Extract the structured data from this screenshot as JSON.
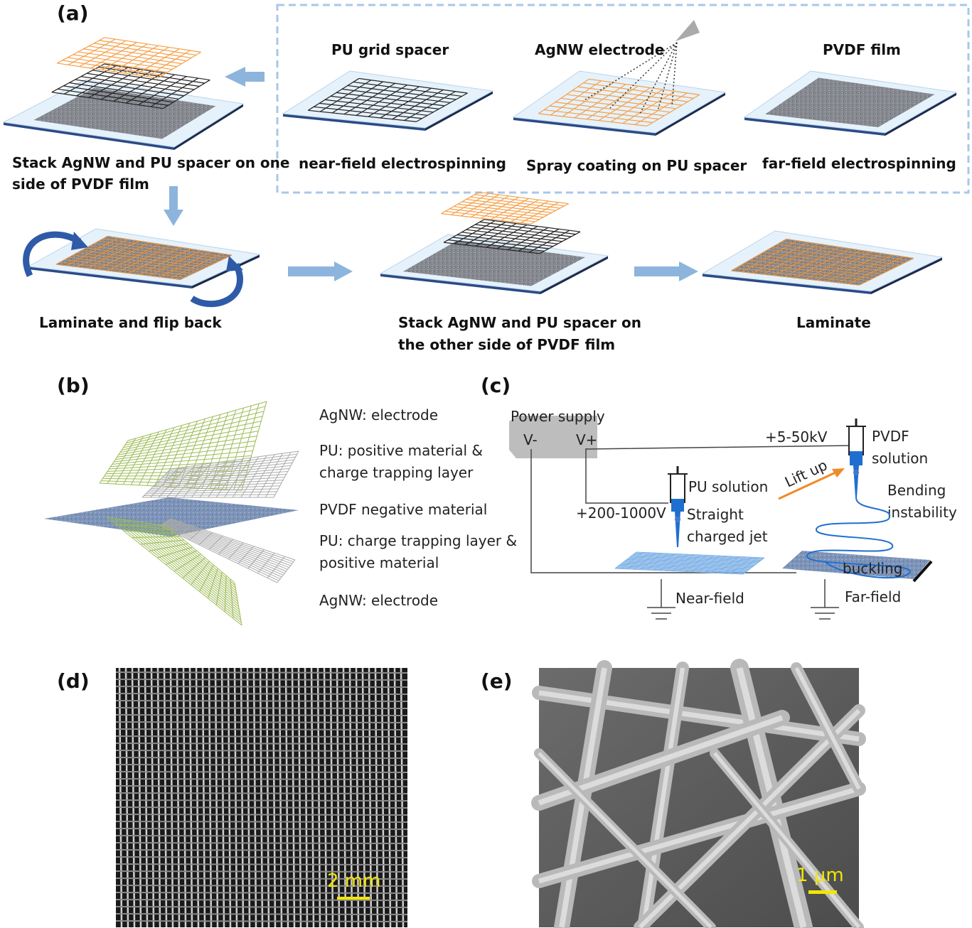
{
  "panels": {
    "a": "(a)",
    "b": "(b)",
    "c": "(c)",
    "d": "(d)",
    "e": "(e)"
  },
  "panel_a": {
    "inset_titles": [
      "PU grid spacer",
      "AgNW electrode",
      "PVDF film"
    ],
    "inset_methods": [
      "near-field electrospinning",
      "Spray coating on PU spacer",
      "far-field electrospinning"
    ],
    "step1": [
      "Stack AgNW and PU spacer on one",
      "side of PVDF film"
    ],
    "step2": "Laminate and flip back",
    "step3": [
      "Stack AgNW and PU spacer on",
      "the other side of PVDF film"
    ],
    "step4": "Laminate"
  },
  "panel_b": {
    "layers": [
      "AgNW: electrode",
      "PU: positive material &",
      "charge trapping layer",
      "PVDF negative material",
      "PU: charge trapping layer &",
      "positive material",
      "AgNW: electrode"
    ]
  },
  "panel_c": {
    "power_supply": "Power supply",
    "v_minus": "V-",
    "v_plus": "V+",
    "high_voltage": "+5-50kV",
    "low_voltage": "+200-1000V",
    "pvdf_solution": [
      "PVDF",
      "solution"
    ],
    "pu_solution": "PU solution",
    "lift_up": "Lift up",
    "straight_jet": [
      "Straight",
      "charged jet"
    ],
    "bending": [
      "Bending",
      "instability"
    ],
    "buckling": "buckling",
    "near_field": "Near-field",
    "far_field": "Far-field"
  },
  "panel_d": {
    "scale_bar": "2 mm"
  },
  "panel_e": {
    "scale_bar": "1 µm"
  },
  "colors": {
    "agnw": "#f5a04a",
    "pu": "#222222",
    "pvdf": "#8a8d95",
    "arrow": "#8db4dc",
    "jet": "#1f6fd0",
    "lift": "#f08a2a",
    "scale": "#f2e600"
  }
}
